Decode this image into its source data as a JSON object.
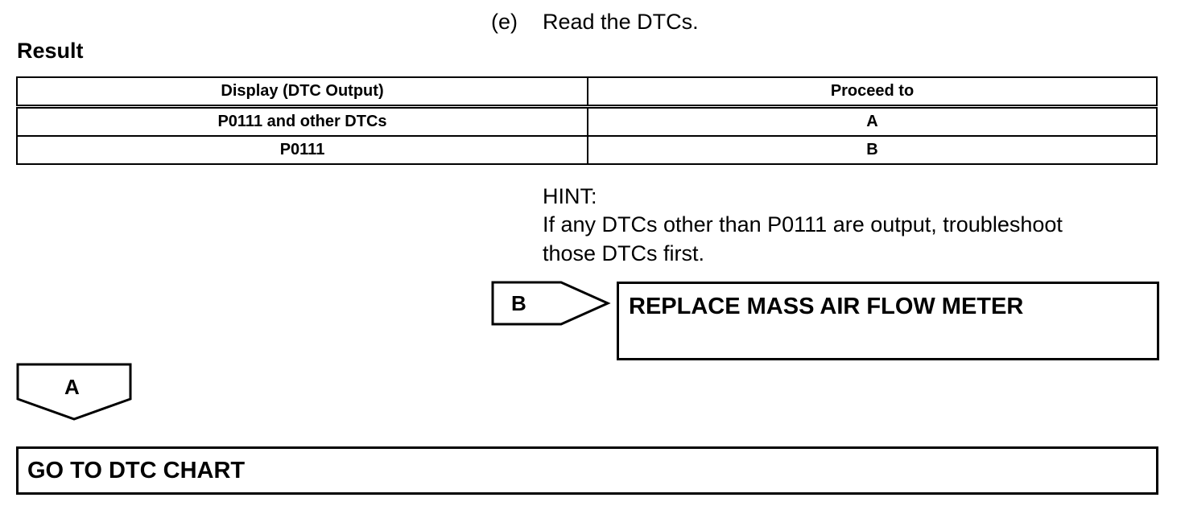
{
  "step": {
    "letter": "(e)",
    "text": "Read the DTCs."
  },
  "result_heading": "Result",
  "table": {
    "headers": [
      "Display (DTC Output)",
      "Proceed to"
    ],
    "rows": [
      [
        "P0111 and other DTCs",
        "A"
      ],
      [
        "P0111",
        "B"
      ]
    ]
  },
  "hint": {
    "title": "HINT:",
    "lines": [
      "If any DTCs other than P0111 are output, troubleshoot",
      "those DTCs first."
    ]
  },
  "branch_b": {
    "label": "B",
    "action": "REPLACE MASS AIR FLOW METER"
  },
  "branch_a": {
    "label": "A",
    "action": "GO TO DTC CHART"
  }
}
